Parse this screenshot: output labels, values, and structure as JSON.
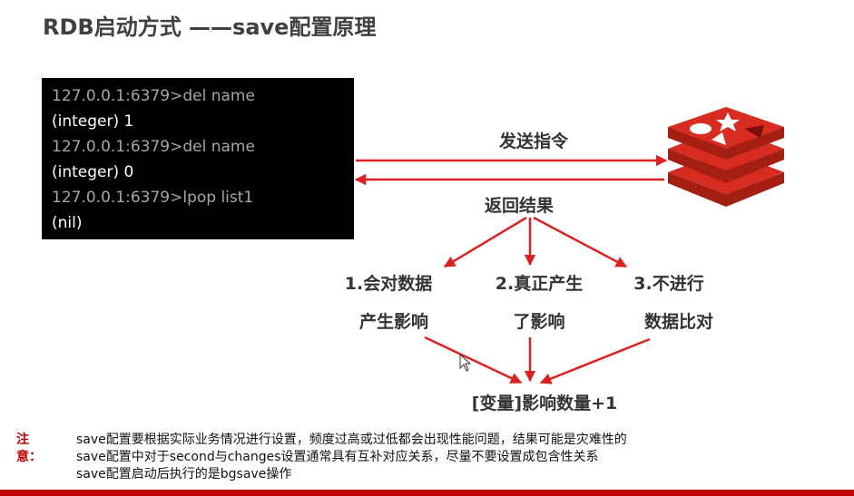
{
  "title": "RDB启动方式 ——save配置原理",
  "terminal": {
    "lines": [
      {
        "text": "127.0.0.1:6379>del name",
        "kind": "cmd"
      },
      {
        "text": "(integer) 1",
        "kind": "out"
      },
      {
        "text": "127.0.0.1:6379>del name",
        "kind": "cmd"
      },
      {
        "text": "(integer) 0",
        "kind": "out"
      },
      {
        "text": "127.0.0.1:6379>lpop list1",
        "kind": "cmd"
      },
      {
        "text": "(nil)",
        "kind": "out"
      }
    ]
  },
  "flow": {
    "send_label": "发送指令",
    "return_label": "返回结果",
    "outcome1_line1": "1.会对数据",
    "outcome1_line2": "产生影响",
    "outcome2_line1": "2.真正产生",
    "outcome2_line2": "了影响",
    "outcome3_line1": "3.不进行",
    "outcome3_line2": "数据比对",
    "result": "[变量]影响数量+1"
  },
  "note": {
    "label": "注意：",
    "lines": [
      "save配置要根据实际业务情况进行设置，频度过高或过低都会出现性能问题，结果可能是灾难性的",
      "save配置中对于second与changes设置通常具有互补对应关系，尽量不要设置成包含性关系",
      "save配置启动后执行的是bgsave操作"
    ]
  },
  "icons": {
    "redis": "redis-logo-icon",
    "cursor": "mouse-cursor-icon"
  },
  "colors": {
    "accent_red": "#c00000",
    "arrow_red": "#e02020",
    "terminal_bg": "#000000",
    "title_gray": "#404040"
  }
}
